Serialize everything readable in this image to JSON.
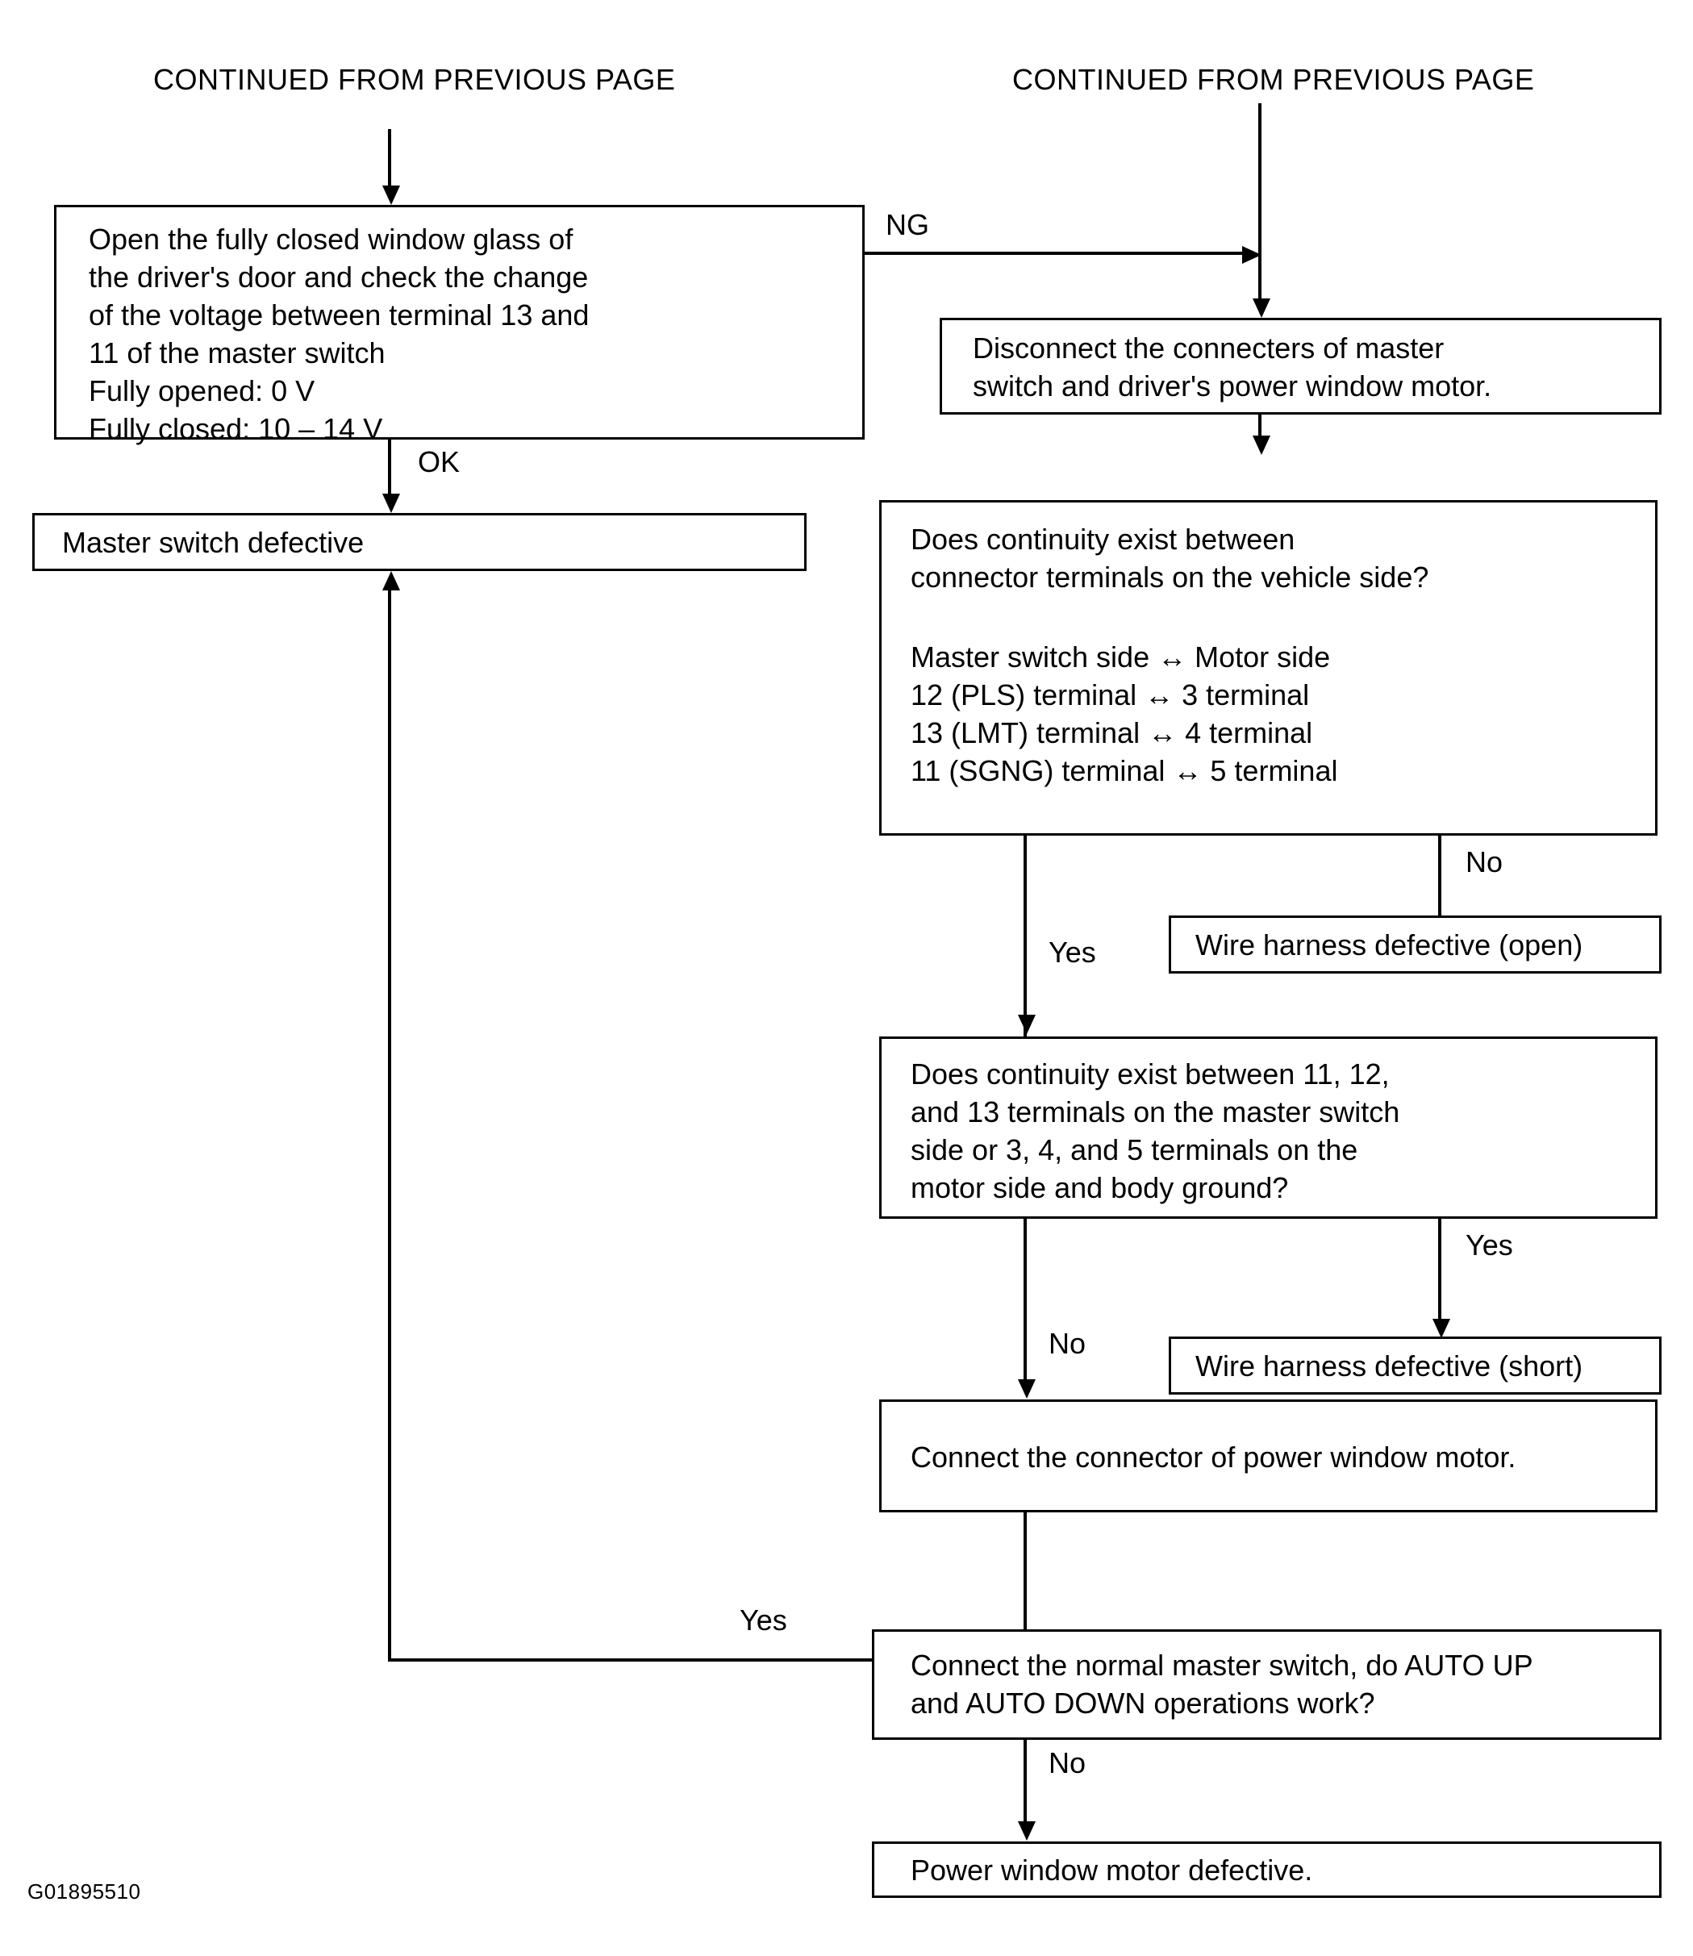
{
  "figure": {
    "code": "G01895510",
    "type": "diagnostic-flowchart",
    "title_left": "CONTINUED FROM PREVIOUS PAGE",
    "title_right": "CONTINUED FROM PREVIOUS PAGE"
  },
  "boxes": {
    "check_voltage": {
      "text": "Open the fully closed window glass of\nthe driver's door and check the change\nof the voltage between terminal 13 and\n11 of the master switch\nFully opened: 0 V\nFully closed: 10 – 14 V"
    },
    "master_switch_defective": {
      "text": "Master switch defective"
    },
    "disconnect_connectors": {
      "text": "Disconnect the connecters of master\nswitch and driver's power window motor."
    },
    "continuity_vehicle_side": {
      "text": "Does continuity exist between\nconnector terminals on the vehicle side?"
    },
    "continuity_vehicle_side_detail": {
      "text": "Master switch side ↔ Motor side\n        12 (PLS) terminal ↔ 3 terminal\n        13 (LMT) terminal ↔ 4 terminal\n        11 (SGNG) terminal ↔ 5 terminal"
    },
    "harness_open": {
      "text": "Wire harness defective (open)"
    },
    "continuity_body_ground": {
      "text": "Does continuity exist between 11, 12,\nand 13 terminals on the master switch\nside or 3, 4, and 5 terminals on the\nmotor side and body ground?"
    },
    "harness_short": {
      "text": "Wire harness defective (short)"
    },
    "connect_motor_connector": {
      "text": "Connect the connector of power window motor."
    },
    "connect_normal_master_switch": {
      "text": "Connect the normal master switch, do AUTO UP\nand AUTO DOWN operations work?"
    },
    "motor_defective": {
      "text": "Power window motor defective."
    }
  },
  "edge_labels": {
    "ng": "NG",
    "ok": "OK",
    "yes_vehicle_side": "Yes",
    "no_vehicle_side": "No",
    "no_body_ground": "No",
    "yes_body_ground": "Yes",
    "yes_auto_ops": "Yes",
    "no_auto_ops": "No"
  },
  "colors": {
    "line": "#000000",
    "background": "#ffffff",
    "text": "#000000"
  }
}
